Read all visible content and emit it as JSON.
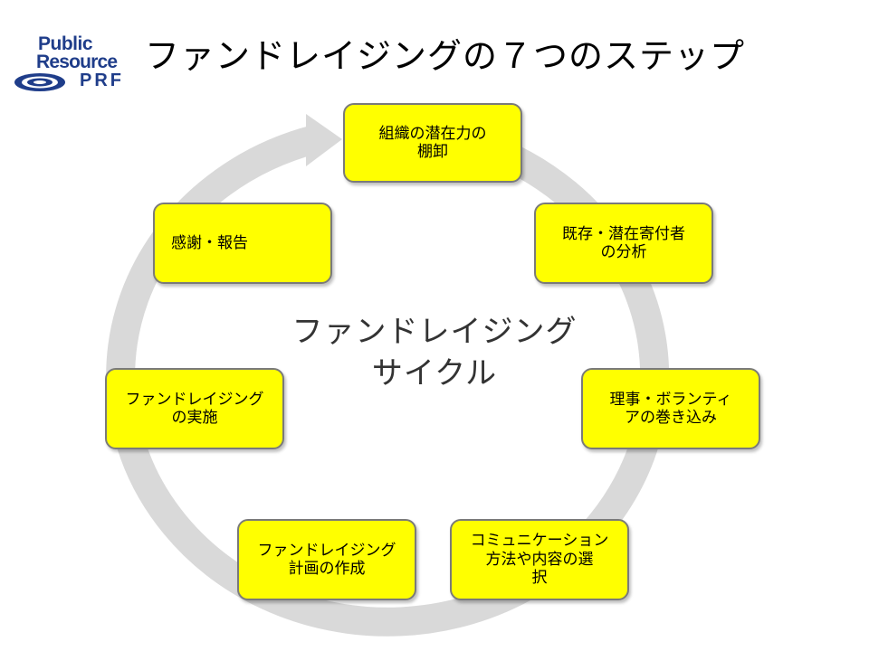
{
  "logo": {
    "line1": "Public",
    "line2": "Resource",
    "line3": "PRF",
    "color": "#1f3d8a"
  },
  "title": "ファンドレイジングの７つのステップ",
  "cycle": {
    "center_line1": "ファンドレイジング",
    "center_line2": "サイクル",
    "ring_color": "#d9d9d9",
    "box_color": "#ffff00",
    "steps": [
      {
        "label": "組織の潜在力の\n棚卸"
      },
      {
        "label": "既存・潜在寄付者\nの分析"
      },
      {
        "label": "理事・ボランティ\nアの巻き込み"
      },
      {
        "label": "コミュニケーション\n方法や内容の選\n択"
      },
      {
        "label": "ファンドレイジング\n計画の作成"
      },
      {
        "label": "ファンドレイジング\nの実施"
      },
      {
        "label": "感謝・報告"
      }
    ]
  }
}
